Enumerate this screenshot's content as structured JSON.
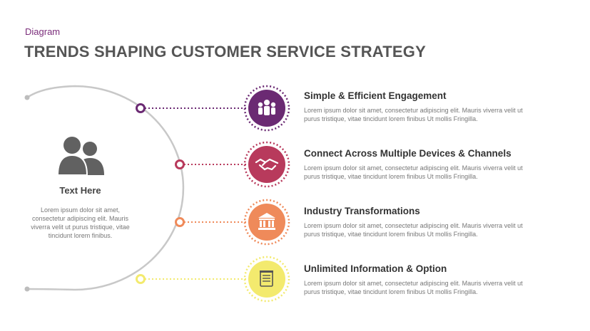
{
  "header": {
    "kicker": "Diagram",
    "title": "TRENDS SHAPING CUSTOMER SERVICE STRATEGY"
  },
  "left_panel": {
    "icon": "people-icon",
    "title": "Text Here",
    "body": "Lorem ipsum dolor sit amet, consectetur adipiscing elit. Mauris viverra velit ut purus tristique, vitae tincidunt lorem finibus."
  },
  "items": [
    {
      "title": "Simple & Efficient Engagement",
      "body": "Lorem ipsum dolor sit amet, consectetur adipiscing elit. Mauris viverra velit ut purus tristique, vitae tincidunt lorem finibus Ut mollis Fringilla.",
      "icon": "team-icon",
      "color": "#6b2a73"
    },
    {
      "title": "Connect Across Multiple Devices & Channels",
      "body": "Lorem ipsum dolor sit amet, consectetur adipiscing elit. Mauris viverra velit ut purus tristique, vitae tincidunt lorem finibus Ut mollis Fringilla.",
      "icon": "handshake-icon",
      "color": "#b83a5c"
    },
    {
      "title": "Industry Transformations",
      "body": "Lorem ipsum dolor sit amet, consectetur adipiscing elit. Mauris viverra velit ut purus tristique, vitae tincidunt lorem finibus Ut mollis Fringilla.",
      "icon": "bank-icon",
      "color": "#ef8a5a"
    },
    {
      "title": "Unlimited Information & Option",
      "body": "Lorem ipsum dolor sit amet, consectetur adipiscing elit. Mauris viverra velit ut purus tristique, vitae tincidunt lorem finibus Ut mollis Fringilla.",
      "icon": "document-icon",
      "color": "#f3ea6e"
    }
  ],
  "colors": {
    "arc": "#c8c8c8",
    "text_dark": "#555555",
    "accent": "#7b2d7b"
  }
}
